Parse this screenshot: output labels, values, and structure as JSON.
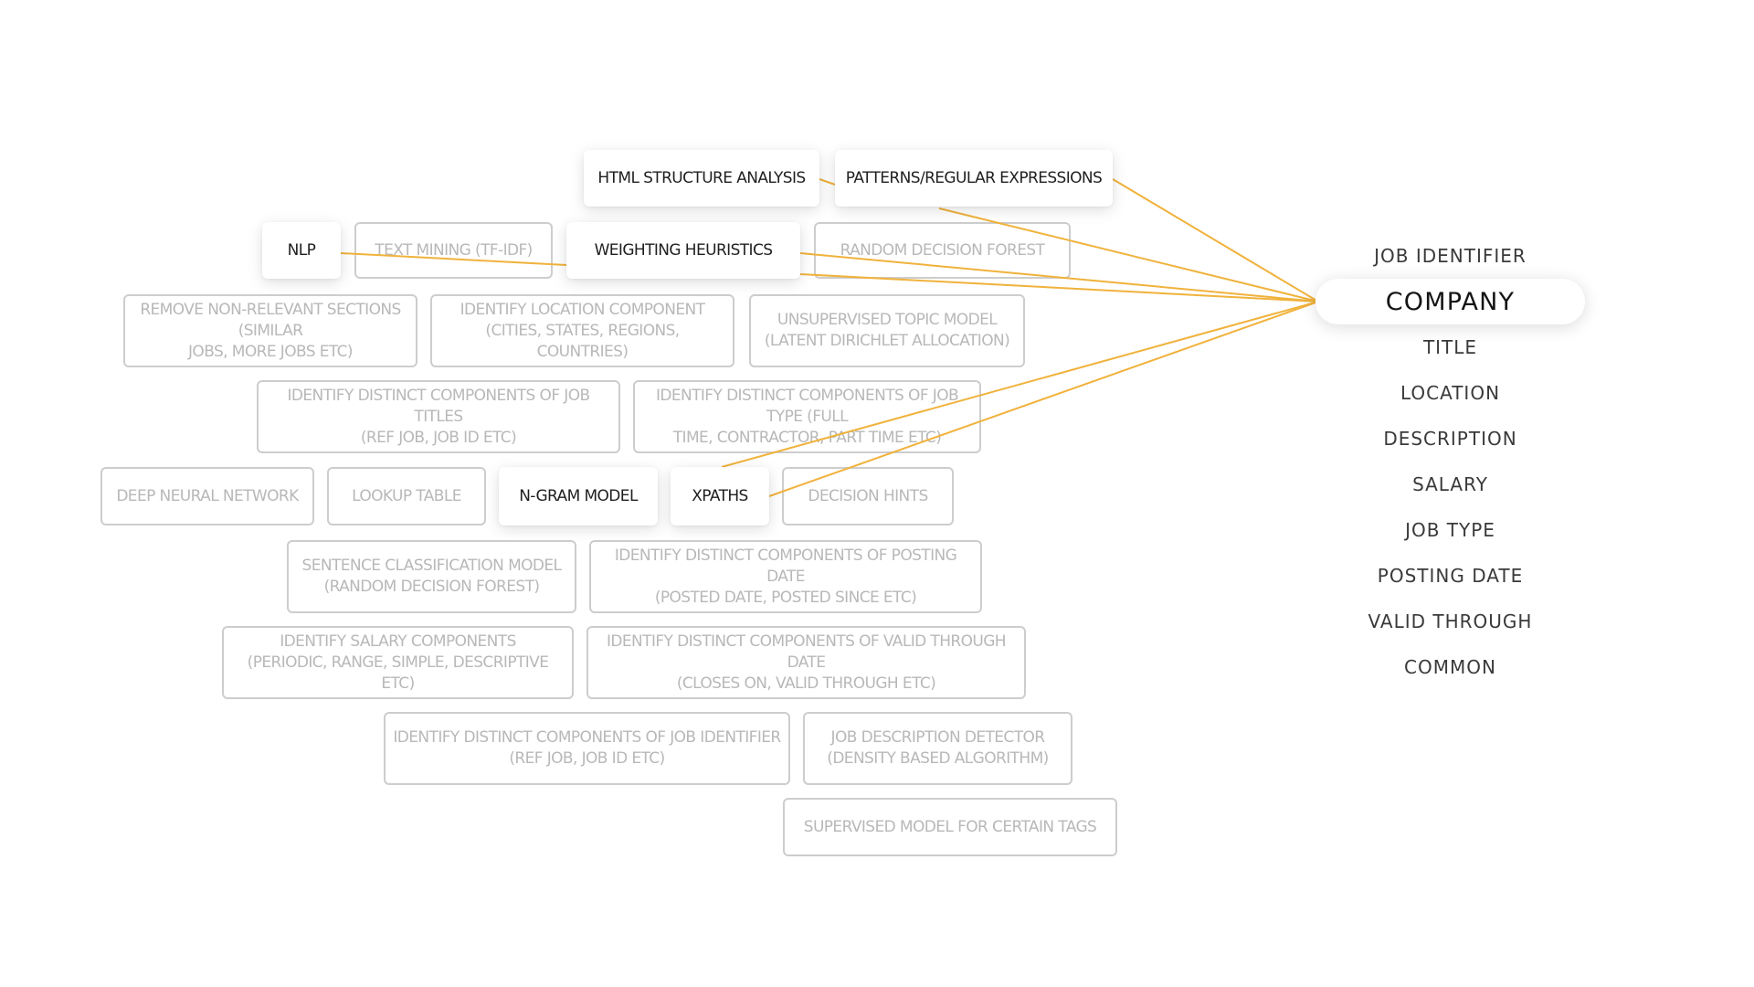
{
  "diagram": {
    "accent_color": "#f0b23c",
    "techniques": [
      {
        "id": "html",
        "label": "HTML STRUCTURE ANALYSIS",
        "active": true
      },
      {
        "id": "patterns",
        "label": "PATTERNS/REGULAR EXPRESSIONS",
        "active": true
      },
      {
        "id": "nlp",
        "label": "NLP",
        "active": true
      },
      {
        "id": "textmining",
        "label": "TEXT MINING (TF-IDF)",
        "active": false
      },
      {
        "id": "weighting",
        "label": "WEIGHTING HEURISTICS",
        "active": true
      },
      {
        "id": "randomforest",
        "label": "RANDOM DECISION FOREST",
        "active": false
      },
      {
        "id": "remove",
        "label": "REMOVE NON-RELEVANT SECTIONS (SIMILAR\nJOBS, MORE JOBS ETC)",
        "active": false
      },
      {
        "id": "location",
        "label": "IDENTIFY LOCATION COMPONENT\n(CITIES, STATES, REGIONS, COUNTRIES)",
        "active": false
      },
      {
        "id": "topic",
        "label": "UNSUPERVISED TOPIC MODEL\n(LATENT DIRICHLET ALLOCATION)",
        "active": false
      },
      {
        "id": "jobtitles",
        "label": "IDENTIFY DISTINCT COMPONENTS OF JOB TITLES\n(REF JOB, JOB ID ETC)",
        "active": false
      },
      {
        "id": "jobtype",
        "label": "IDENTIFY DISTINCT COMPONENTS OF JOB TYPE (FULL\nTIME, CONTRACTOR, PART TIME ETC)",
        "active": false
      },
      {
        "id": "dnn",
        "label": "DEEP NEURAL NETWORK",
        "active": false
      },
      {
        "id": "lookup",
        "label": "LOOKUP TABLE",
        "active": false
      },
      {
        "id": "ngram",
        "label": "N-GRAM MODEL",
        "active": true
      },
      {
        "id": "xpaths",
        "label": "XPATHS",
        "active": true
      },
      {
        "id": "hints",
        "label": "DECISION HINTS",
        "active": false
      },
      {
        "id": "sentence",
        "label": "SENTENCE CLASSIFICATION MODEL\n(RANDOM DECISION FOREST)",
        "active": false
      },
      {
        "id": "postingdate",
        "label": "IDENTIFY DISTINCT COMPONENTS OF POSTING DATE\n(POSTED DATE, POSTED SINCE ETC)",
        "active": false
      },
      {
        "id": "salary",
        "label": "IDENTIFY SALARY COMPONENTS\n(PERIODIC, RANGE, SIMPLE, DESCRIPTIVE ETC)",
        "active": false
      },
      {
        "id": "validthrough",
        "label": "IDENTIFY DISTINCT COMPONENTS OF VALID THROUGH DATE\n(CLOSES ON, VALID THROUGH ETC)",
        "active": false
      },
      {
        "id": "jobidentifier",
        "label": "IDENTIFY DISTINCT COMPONENTS OF JOB IDENTIFIER\n(REF JOB, JOB ID ETC)",
        "active": false
      },
      {
        "id": "descdetector",
        "label": "JOB DESCRIPTION DETECTOR\n(DENSITY BASED ALGORITHM)",
        "active": false
      },
      {
        "id": "supervised",
        "label": "SUPERVISED MODEL FOR CERTAIN TAGS",
        "active": false
      }
    ],
    "fields": [
      {
        "label": "JOB IDENTIFIER",
        "selected": false
      },
      {
        "label": "COMPANY",
        "selected": true
      },
      {
        "label": "TITLE",
        "selected": false
      },
      {
        "label": "LOCATION",
        "selected": false
      },
      {
        "label": "DESCRIPTION",
        "selected": false
      },
      {
        "label": "SALARY",
        "selected": false
      },
      {
        "label": "JOB TYPE",
        "selected": false
      },
      {
        "label": "POSTING DATE",
        "selected": false
      },
      {
        "label": "VALID THROUGH",
        "selected": false
      },
      {
        "label": "COMMON",
        "selected": false
      }
    ]
  }
}
